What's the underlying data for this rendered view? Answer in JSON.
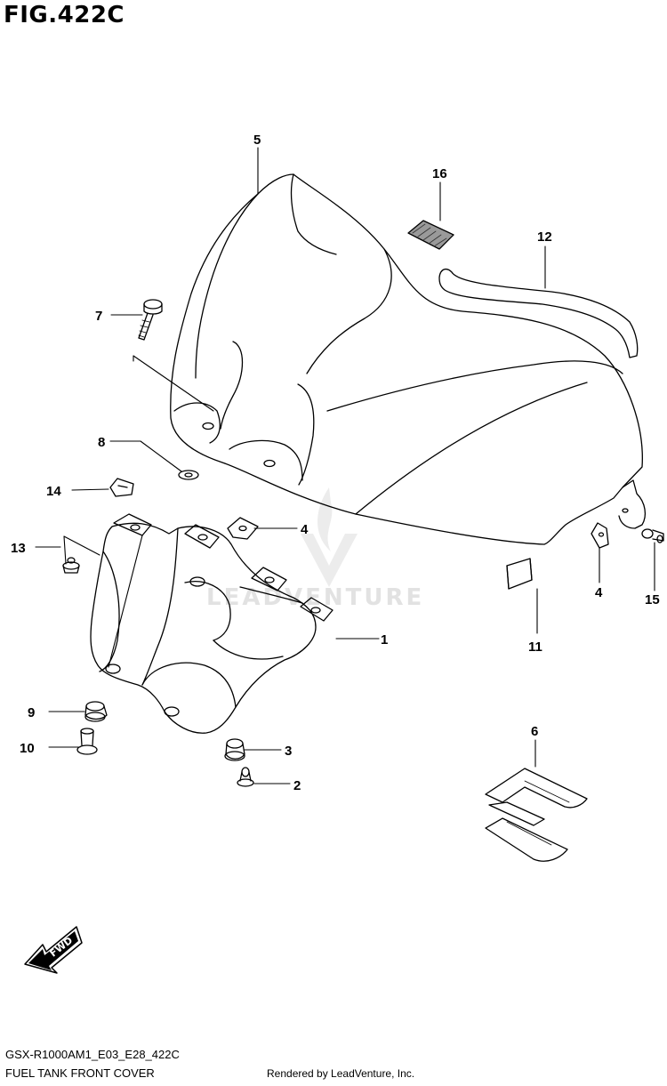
{
  "title": "FIG.422C",
  "callouts": [
    "1",
    "2",
    "3",
    "4",
    "4",
    "5",
    "6",
    "7",
    "8",
    "9",
    "10",
    "11",
    "12",
    "13",
    "14",
    "15",
    "16"
  ],
  "watermark": "LEADVENTURE",
  "fwd_label": "FWD",
  "footer": {
    "code": "GSX-R1000AM1_E03_E28_422C",
    "name": "FUEL TANK FRONT COVER",
    "rendered_by": "Rendered by LeadVenture, Inc."
  }
}
